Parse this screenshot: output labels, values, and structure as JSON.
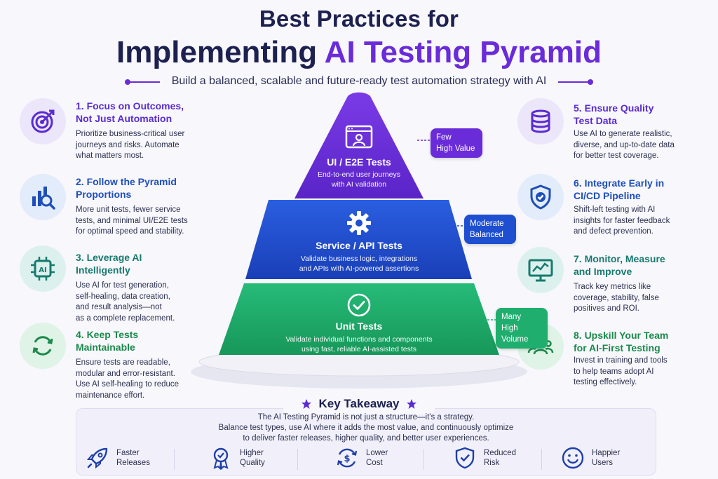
{
  "header": {
    "title_line1": "Best Practices for",
    "title_line2_plain": "Implementing ",
    "title_line2_accent": "AI Testing Pyramid",
    "subtitle": "Build a balanced, scalable and future-ready test automation strategy with AI"
  },
  "colors": {
    "accent_purple": "#6a2bd9",
    "navy": "#1d2150",
    "tier_ui": "#6a2bd9",
    "tier_service": "#1e4fd0",
    "tier_unit": "#1fae6e"
  },
  "practices_left": [
    {
      "icon": "target-icon",
      "title_line1": "1. Focus on Outcomes,",
      "title_line2": "Not Just Automation",
      "desc": [
        "Prioritize business-critical user",
        "journeys and risks. Automate",
        "what matters most."
      ]
    },
    {
      "icon": "bar-chart-magnifier-icon",
      "title_line1": "2. Follow the Pyramid",
      "title_line2": "Proportions",
      "desc": [
        "More unit tests, fewer service",
        "tests, and minimal UI/E2E tests",
        "for optimal speed and stability."
      ]
    },
    {
      "icon": "ai-chip-icon",
      "title_line1": "3. Leverage AI",
      "title_line2": "Intelligently",
      "desc": [
        "Use AI for test generation,",
        "self-healing, data creation,",
        "and result analysis—not",
        "as a complete replacement."
      ]
    },
    {
      "icon": "refresh-icon",
      "title_line1": "4. Keep Tests",
      "title_line2": "Maintainable",
      "desc": [
        "Ensure tests are readable,",
        "modular and error-resistant.",
        "Use AI self-healing to reduce",
        "maintenance effort."
      ]
    }
  ],
  "practices_right": [
    {
      "icon": "database-icon",
      "title_line1": "5. Ensure Quality",
      "title_line2": "Test Data",
      "desc": [
        "Use AI to generate realistic,",
        "diverse, and up-to-date data",
        "for better test coverage."
      ]
    },
    {
      "icon": "shield-check-icon",
      "title_line1": "6. Integrate Early in",
      "title_line2": "CI/CD Pipeline",
      "desc": [
        "Shift-left testing with AI",
        "insights for faster feedback",
        "and defect prevention."
      ]
    },
    {
      "icon": "monitor-chart-icon",
      "title_line1": "7. Monitor, Measure",
      "title_line2": "and Improve",
      "desc": [
        "Track key metrics like",
        "coverage, stability, false",
        "positives and ROI."
      ]
    },
    {
      "icon": "team-icon",
      "title_line1": "8. Upskill Your Team",
      "title_line2": "for AI-First Testing",
      "desc": [
        "Invest in training and tools",
        "to help teams adopt AI",
        "testing effectively."
      ]
    }
  ],
  "pyramid": {
    "ui": {
      "icon": "browser-user-icon",
      "name": "UI / E2E Tests",
      "desc": [
        "End-to-end user journeys",
        "with AI validation"
      ],
      "badge": [
        "Few",
        "High Value"
      ]
    },
    "service": {
      "icon": "gear-icon",
      "name": "Service / API Tests",
      "desc": [
        "Validate business logic, integrations",
        "and APIs with AI-powered assertions"
      ],
      "badge": [
        "Moderate",
        "Balanced"
      ]
    },
    "unit": {
      "icon": "check-circle-icon",
      "name": "Unit Tests",
      "desc": [
        "Validate individual functions and components",
        "using fast, reliable AI-assisted tests"
      ],
      "badge": [
        "Many",
        "High Volume"
      ]
    }
  },
  "takeaway": {
    "title": "Key Takeaway",
    "lines": [
      "The AI Testing Pyramid is not just a structure—it's a strategy.",
      "Balance test types, use AI where it adds the most value, and continuously optimize",
      "to deliver faster releases, higher quality, and better user experiences."
    ],
    "benefits": [
      {
        "icon": "rocket-icon",
        "line1": "Faster",
        "line2": "Releases"
      },
      {
        "icon": "award-icon",
        "line1": "Higher",
        "line2": "Quality"
      },
      {
        "icon": "dollar-cycle-icon",
        "line1": "Lower",
        "line2": "Cost"
      },
      {
        "icon": "shield-icon",
        "line1": "Reduced",
        "line2": "Risk"
      },
      {
        "icon": "smiley-icon",
        "line1": "Happier",
        "line2": "Users"
      }
    ]
  }
}
